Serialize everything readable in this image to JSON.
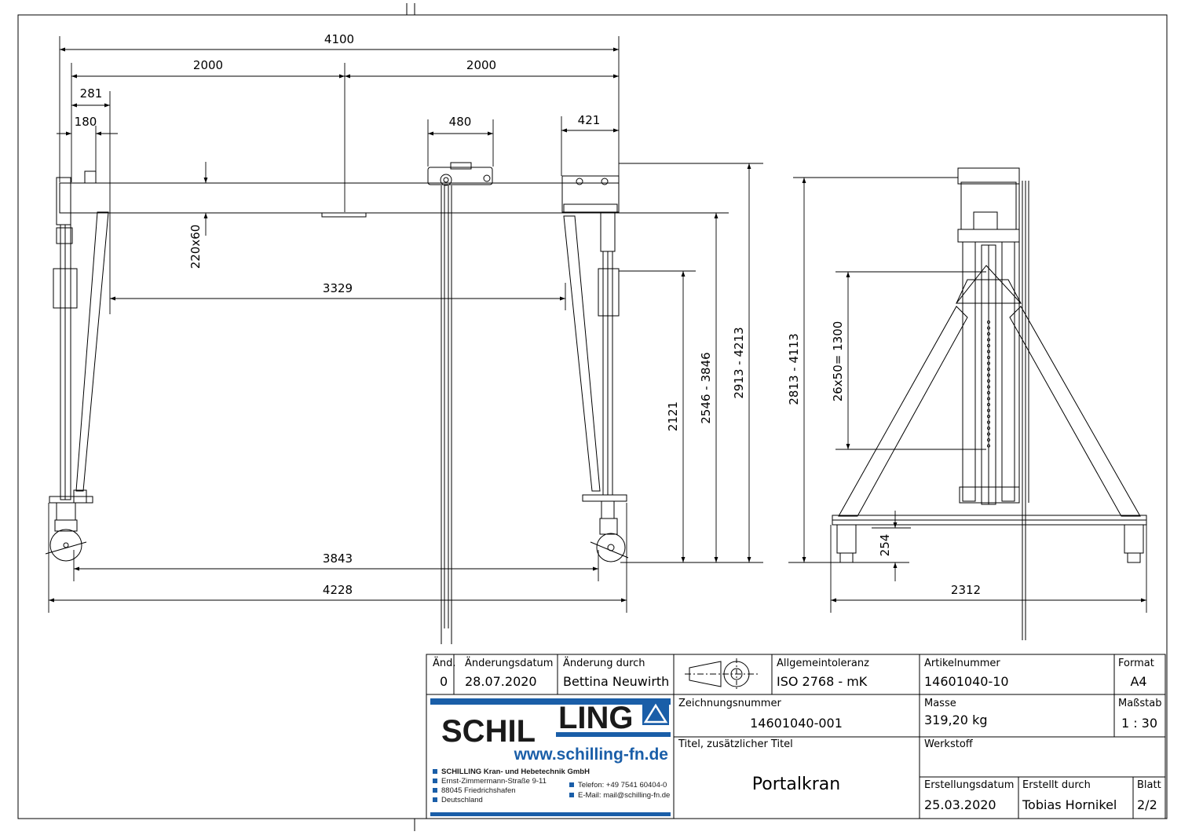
{
  "drawing": {
    "dimensions": {
      "overall_width": "4100",
      "half_left": "2000",
      "half_right": "2000",
      "d281": "281",
      "d180": "180",
      "d480": "480",
      "d421": "421",
      "beam": "220x60",
      "clear_width": "3329",
      "wheel_track": "3843",
      "total_width": "4228",
      "h2121": "2121",
      "h2546": "2546 - 3846",
      "h2913": "2913 - 4213",
      "h2813": "2813 - 4113",
      "holes": "26x50= 1300",
      "h254": "254",
      "side_width": "2312"
    }
  },
  "title_block": {
    "labels": {
      "aend": "Änd.",
      "aenderungsdatum": "Änderungsdatum",
      "aenderung_durch": "Änderung durch",
      "allgemeintoleranz": "Allgemeintoleranz",
      "artikelnummer": "Artikelnummer",
      "format": "Format",
      "zeichnungsnummer": "Zeichnungsnummer",
      "masse": "Masse",
      "massstab": "Maßstab",
      "titel": "Titel, zusätzlicher Titel",
      "werkstoff": "Werkstoff",
      "erstellungsdatum": "Erstellungsdatum",
      "erstellt_durch": "Erstellt durch",
      "blatt": "Blatt"
    },
    "values": {
      "aend": "0",
      "aenderungsdatum": "28.07.2020",
      "aenderung_durch": "Bettina Neuwirth",
      "allgemeintoleranz": "ISO 2768 - mK",
      "artikelnummer": "14601040-10",
      "format": "A4",
      "zeichnungsnummer": "14601040-001",
      "masse": "319,20 kg",
      "massstab": "1 : 30",
      "titel": "Portalkran",
      "werkstoff": "",
      "erstellungsdatum": "25.03.2020",
      "erstellt_durch": "Tobias Hornikel",
      "blatt": "2/2"
    },
    "company": {
      "logo_left": "SCHIL",
      "logo_right": "LING",
      "url": "www.schilling-fn.de",
      "name": "SCHILLING Kran- und Hebetechnik GmbH",
      "street": "Ernst-Zimmermann-Straße 9-11",
      "city": "88045 Friedrichshafen",
      "country": "Deutschland",
      "phone": "Telefon: +49 7541 60404-0",
      "email": "E-Mail: mail@schilling-fn.de",
      "brand_color": "#1a5ea8"
    }
  }
}
